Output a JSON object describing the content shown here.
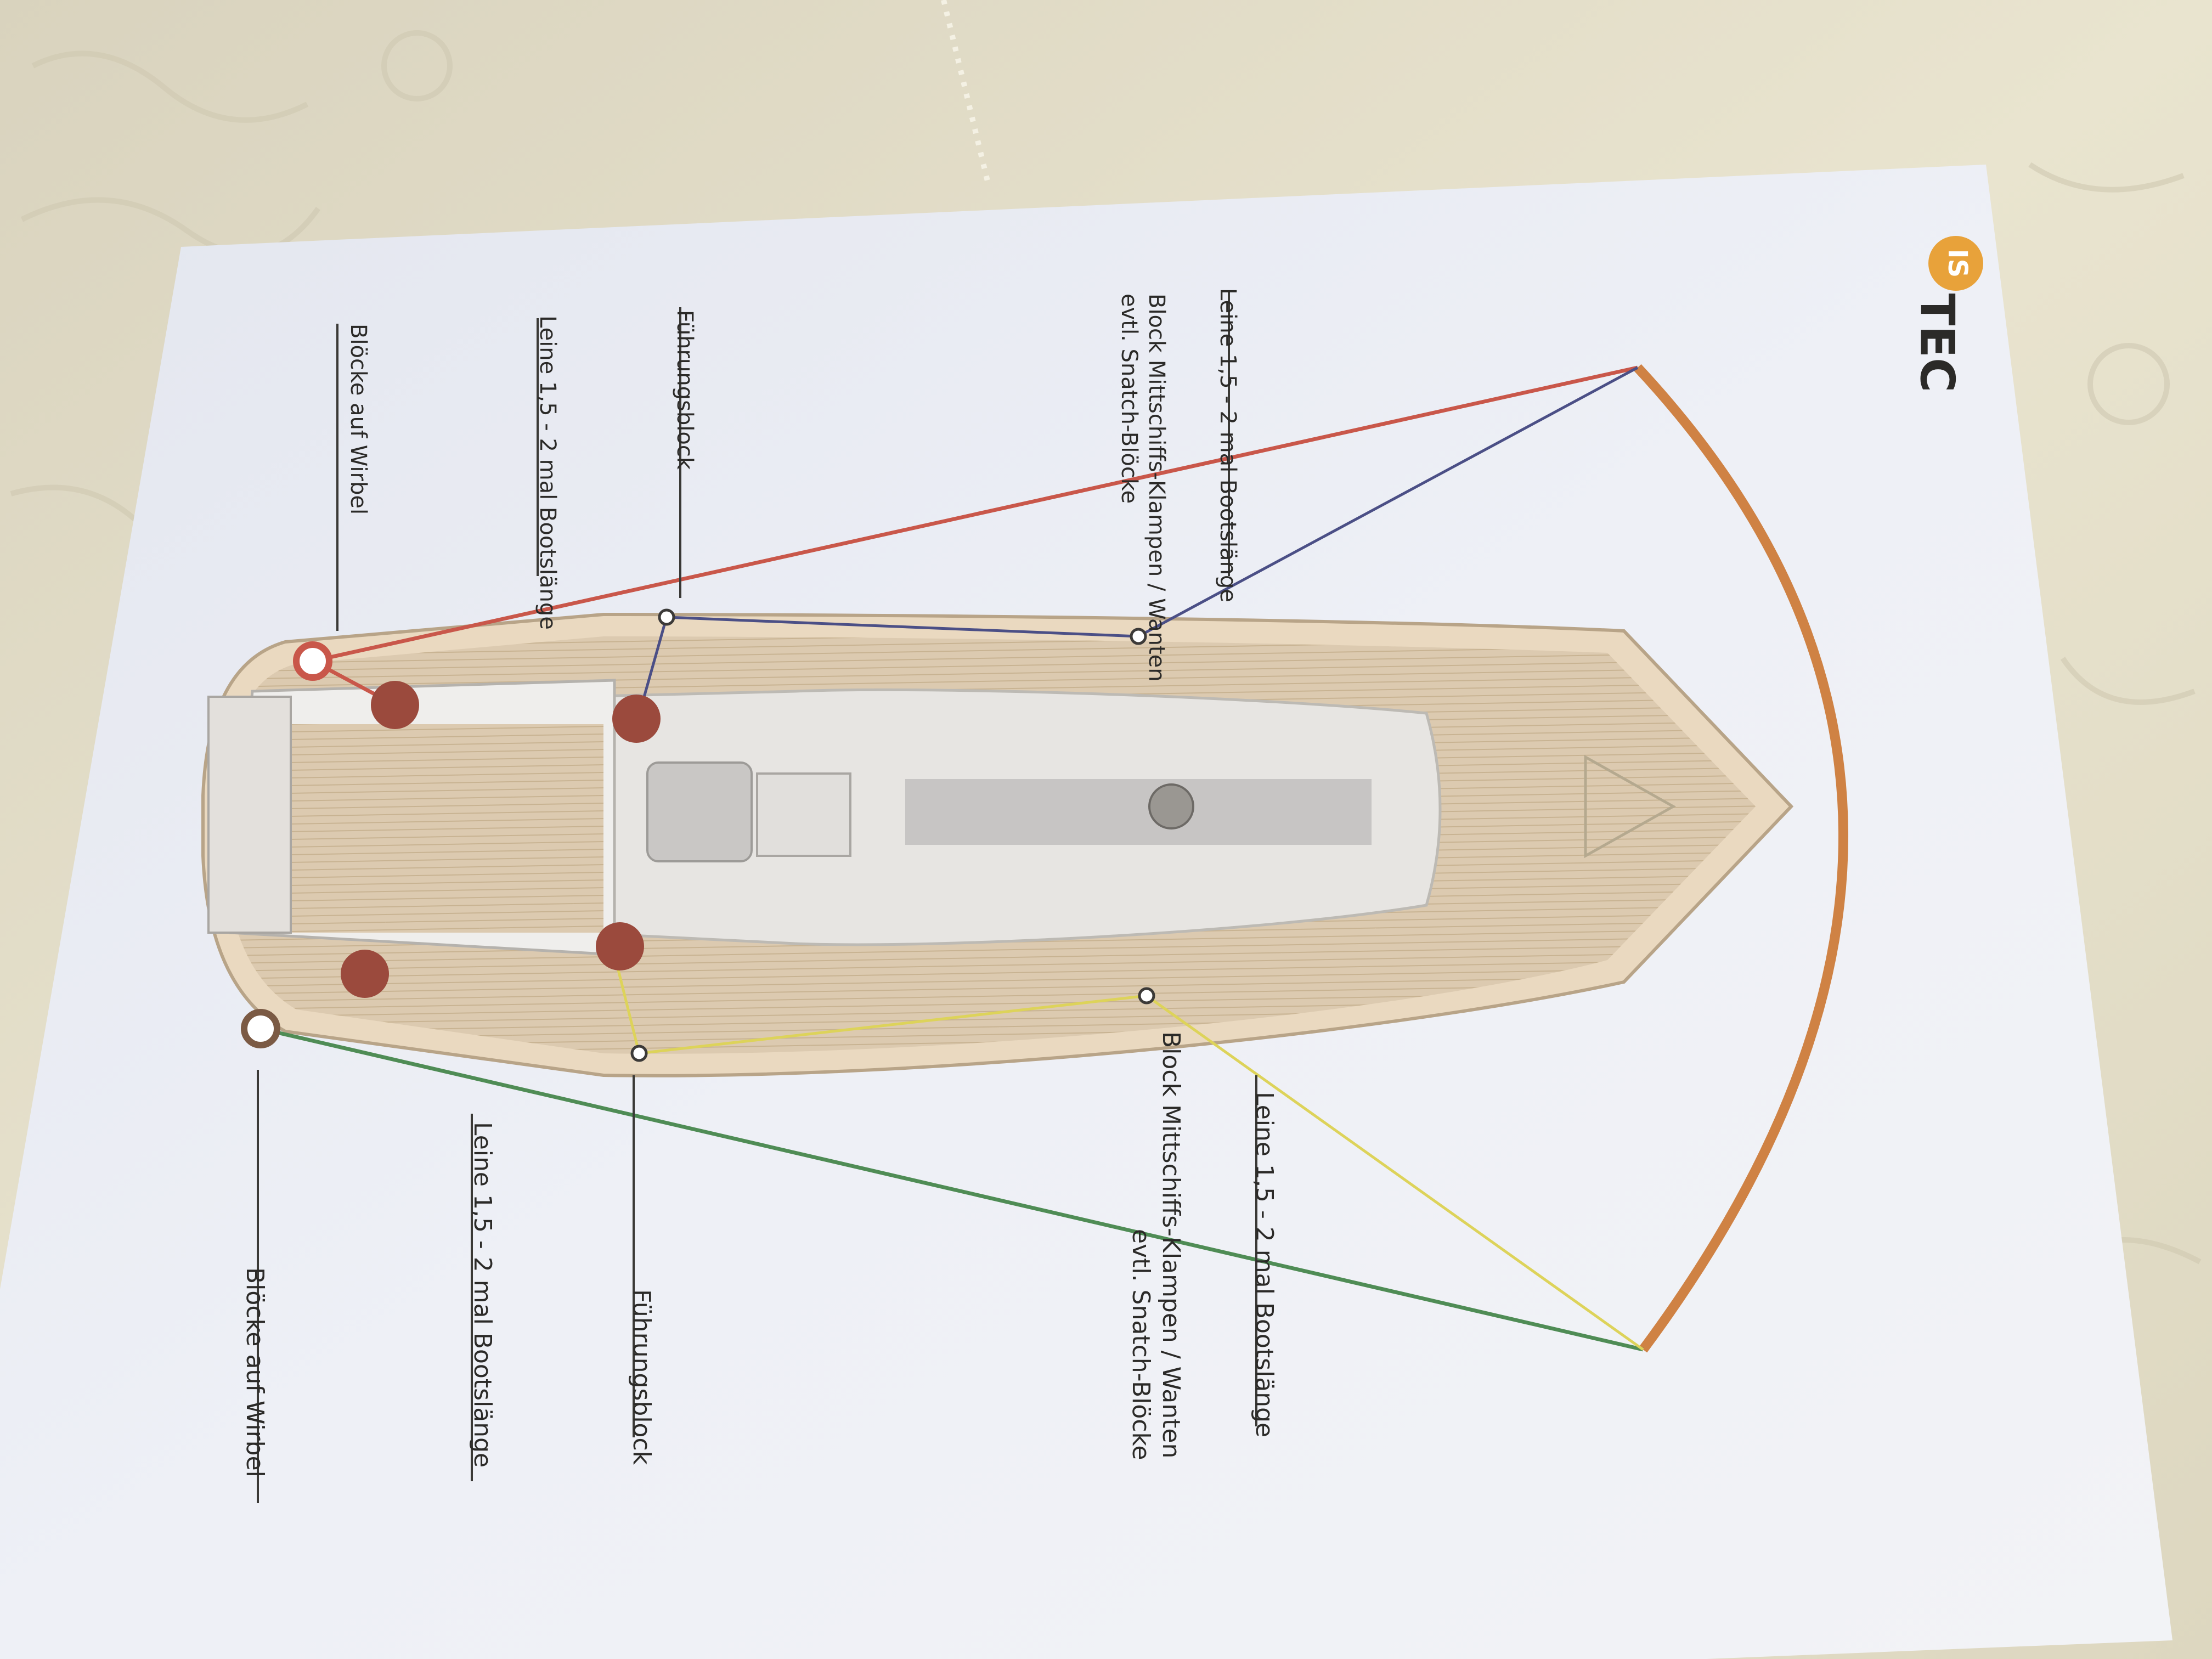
{
  "logo": {
    "badge_text": "IS",
    "word_text": "TEC",
    "badge_color": "#e8a23a"
  },
  "labels_top": {
    "line_length": "Leine 1,5 - 2 mal Bootslänge",
    "midship_block_line1": "Block Mittschiffs-Klampen / Wanten",
    "midship_block_line2": "evtl. Snatch-Blöcke",
    "guide_block": "Führungsblock",
    "line_length_2": "Leine 1,5 - 2 mal Bootslänge",
    "swivel_blocks": "Blöcke auf Wirbel"
  },
  "labels_bottom": {
    "line_length": "Leine 1,5 - 2 mal Bootslänge",
    "midship_block_line1": "Block Mittschiffs-Klampen / Wanten",
    "midship_block_line2": "evtl. Snatch-Blöcke",
    "guide_block": "Führungsblock",
    "line_length_2": "Leine 1,5 - 2 mal Bootslänge",
    "swivel_blocks": "Blöcke auf Wirbel"
  },
  "colors": {
    "red_line": "#c9574a",
    "blue_line": "#4b4f86",
    "green_line": "#4f8c55",
    "yellow_line": "#ddd35a",
    "orange_arc": "#cf8244",
    "winch": "#9b4a3d",
    "deck_wood": "#d8c5a9",
    "paper": "#eef0f5"
  }
}
